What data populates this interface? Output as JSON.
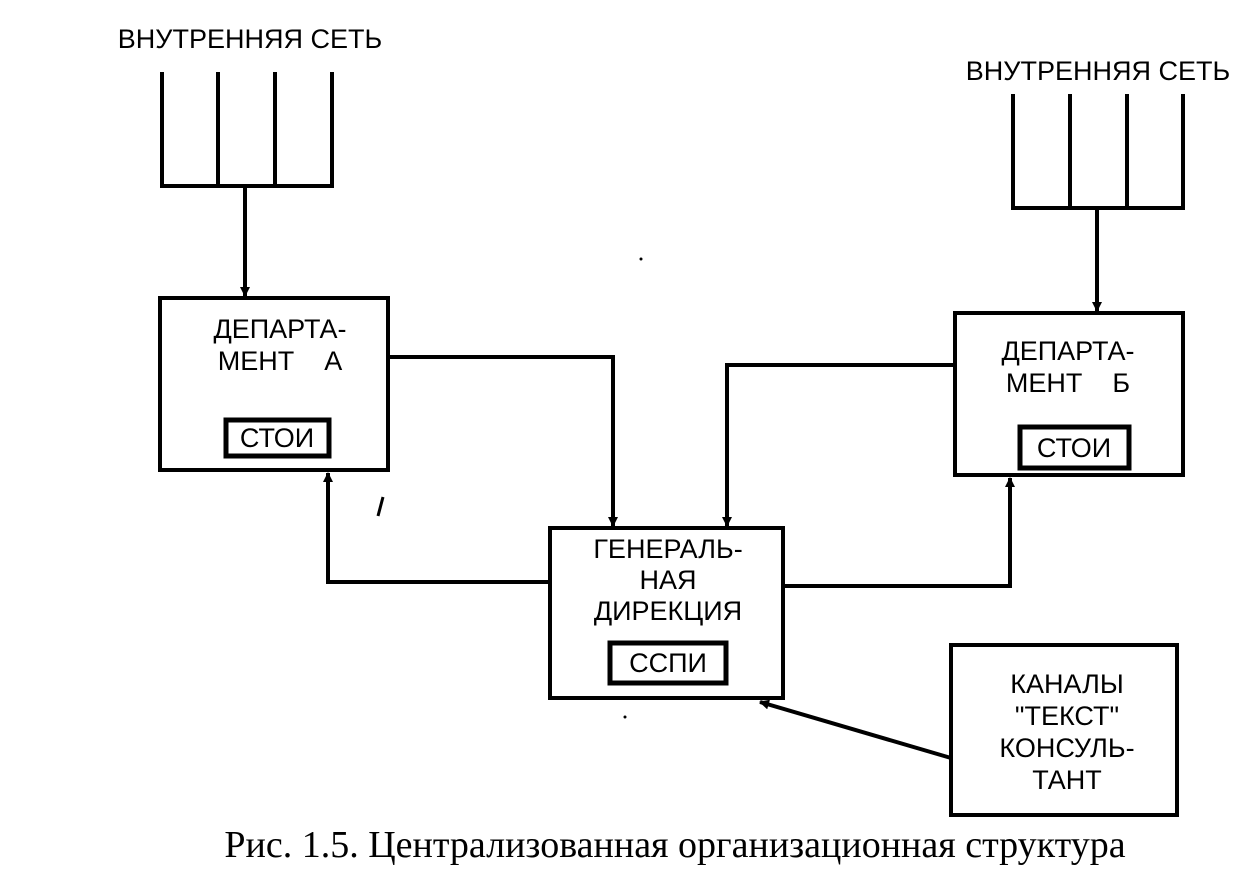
{
  "network_left": {
    "label": "ВНУТРЕННЯЯ СЕТЬ"
  },
  "network_right": {
    "label": "ВНУТРЕННЯЯ СЕТЬ"
  },
  "dept_a": {
    "line1": "ДЕПАРТА-",
    "line2": "МЕНТ    А",
    "inner": "СТОИ"
  },
  "dept_b": {
    "line1": "ДЕПАРТА-",
    "line2": "МЕНТ    Б",
    "inner": "СТОИ"
  },
  "general": {
    "line1": "ГЕНЕРАЛЬ-",
    "line2": "НАЯ",
    "line3": "ДИРЕКЦИЯ",
    "inner": "ССПИ"
  },
  "channels": {
    "line1": "КАНАЛЫ",
    "line2": "\"ТЕКСТ\"",
    "line3": "КОНСУЛЬ-",
    "line4": "ТАНТ"
  },
  "caption": "Рис. 1.5. Централизованная организационная структура"
}
